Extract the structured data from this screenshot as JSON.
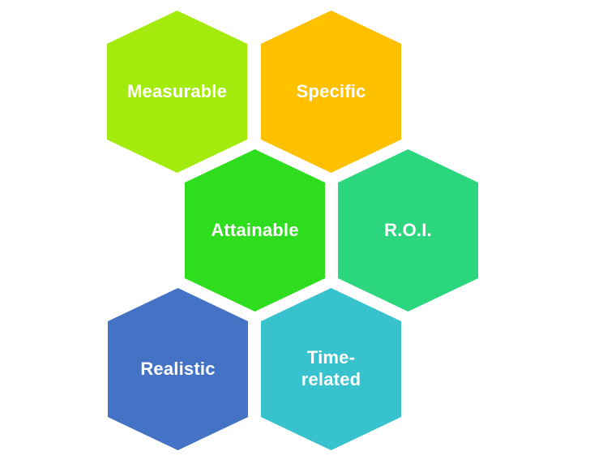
{
  "canvas": {
    "background": "#FFFFFF",
    "label_text_color": "#FFFFFF"
  },
  "hexagons": [
    {
      "id": "measurable",
      "label": "Measurable",
      "color": "#A3EB0D"
    },
    {
      "id": "specific",
      "label": "Specific",
      "color": "#FFC000"
    },
    {
      "id": "attainable",
      "label": "Attainable",
      "color": "#2FDD1F"
    },
    {
      "id": "roi",
      "label": "R.O.I.",
      "color": "#2BD67E"
    },
    {
      "id": "realistic",
      "label": "Realistic",
      "color": "#4472C4"
    },
    {
      "id": "time_related",
      "label": "Time-\nrelated",
      "color": "#38C2CE"
    }
  ]
}
